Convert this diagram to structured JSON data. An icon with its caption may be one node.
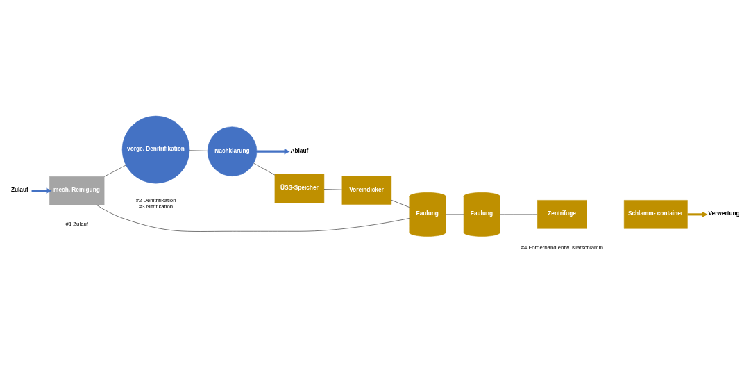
{
  "diagram": {
    "nodes": [
      {
        "text": [
          "Zulauf"
        ]
      },
      {
        "text": [
          "mech. Reinigung"
        ],
        "beside": [
          "#1 Zulauf"
        ]
      },
      {
        "text": [
          "vorge. Denitrifikation"
        ],
        "beside": [
          "#2 Denitrifikation",
          "#3 Nitrifikation"
        ]
      },
      {
        "text": [
          "Nachklärung"
        ]
      },
      {
        "text": [
          "Ablauf"
        ]
      },
      {
        "text": [
          "ÜSS-Speicher"
        ]
      },
      {
        "text": [
          "Voreindicker"
        ]
      },
      {
        "text": [
          "Faulung"
        ]
      },
      {
        "text": [
          "Faulung"
        ]
      },
      {
        "text": [
          "Zentrifuge"
        ],
        "beside": [
          "#4 Förderband entw. Klärschlamm"
        ]
      },
      {
        "text": [
          "Schlamm- container"
        ]
      },
      {
        "text": [
          "Verwertung"
        ]
      }
    ],
    "edges": [
      {
        "from": 0,
        "to": 1,
        "arrow": "to",
        "style": "thick",
        "color": "#4472c4"
      },
      {
        "from": 1,
        "to": 2,
        "arrow": "none"
      },
      {
        "from": 2,
        "to": 3,
        "arrow": "none"
      },
      {
        "from": 3,
        "to": 4,
        "arrow": "to",
        "style": "thick",
        "color": "#4472c4"
      },
      {
        "from": 3,
        "to": 5,
        "arrow": "none"
      },
      {
        "from": 5,
        "to": 6,
        "arrow": "none"
      },
      {
        "from": 1,
        "to": 7,
        "arrow": "none"
      },
      {
        "from": 6,
        "to": 7,
        "arrow": "none"
      },
      {
        "from": 7,
        "to": 8,
        "arrow": "none"
      },
      {
        "from": 8,
        "to": 9,
        "arrow": "none"
      },
      {
        "from": 10,
        "to": 11,
        "arrow": "to",
        "style": "thick",
        "color": "#bf9000"
      }
    ]
  }
}
